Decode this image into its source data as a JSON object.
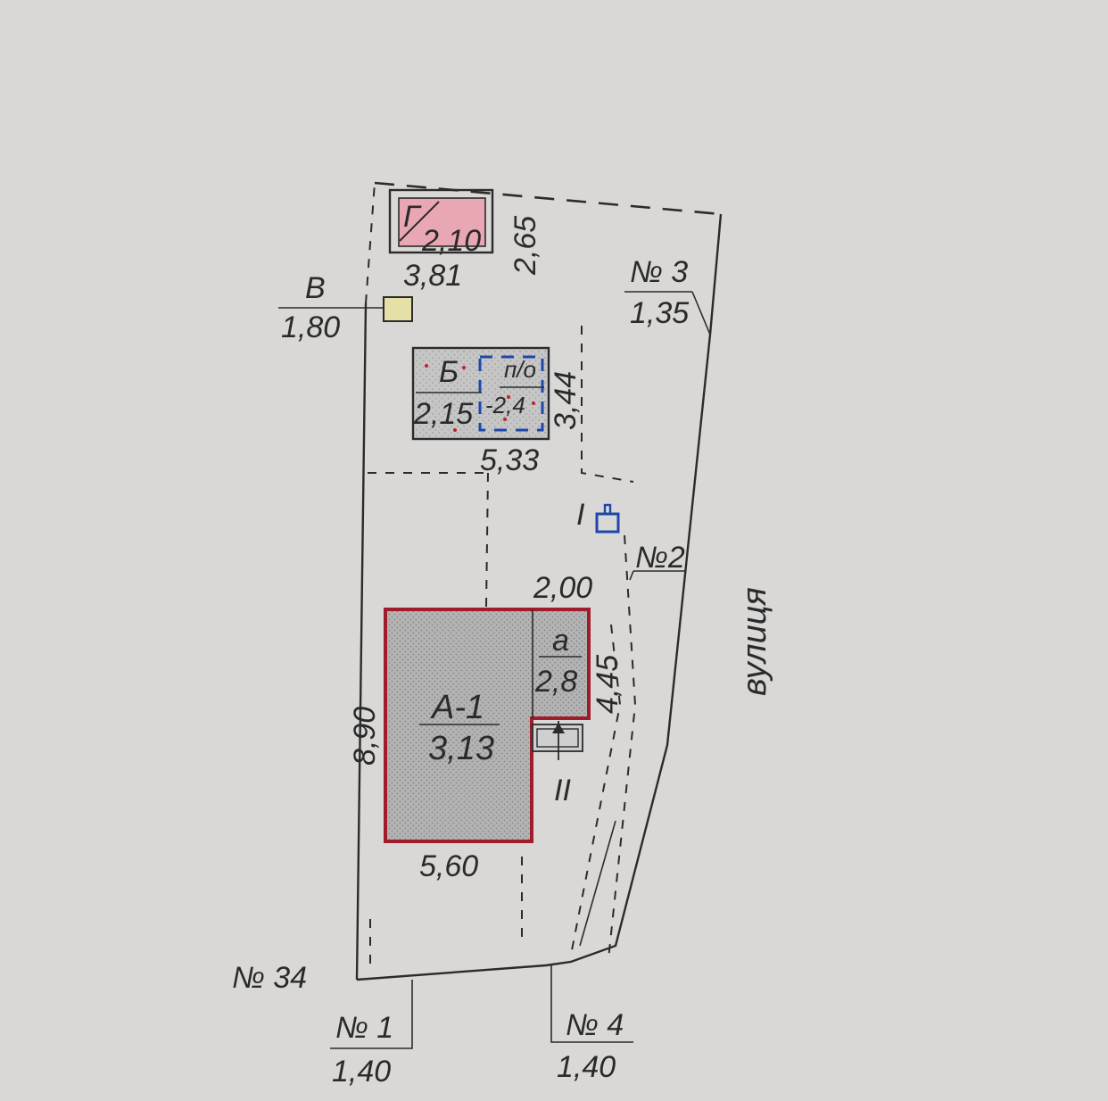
{
  "plan": {
    "colors": {
      "paper": "#d9d8d6",
      "line": "#2b2b2b",
      "house_outline": "#a01c2a",
      "house_fill": "#a9a9a9",
      "garage_fill": "#e9a6b3",
      "shed_fill": "#e4e0a6",
      "marker_blue": "#1d47a8"
    },
    "street": "вулиця",
    "neighbors": [
      {
        "id": "no34",
        "name": "№ 34"
      },
      {
        "id": "no1",
        "name": "№ 1",
        "value": "1,40"
      },
      {
        "id": "no4",
        "name": "№ 4",
        "value": "1,40"
      },
      {
        "id": "no3",
        "name": "№ 3",
        "value": "1,35"
      },
      {
        "id": "no2",
        "name": "№2"
      }
    ],
    "buildings": [
      {
        "id": "garage",
        "letter": "Г",
        "height": "2,10",
        "width": "3,81",
        "depth": "2,65"
      },
      {
        "id": "shed-v",
        "letter": "В",
        "height": "1,80"
      },
      {
        "id": "building-b",
        "letter": "Б",
        "height": "2,15",
        "cellar_label": "п/о",
        "cellar_depth": "-2,4",
        "width": "5,33",
        "depth": "3,44"
      },
      {
        "id": "house",
        "letter": "А-1",
        "height": "3,13",
        "width": "5,60",
        "depth": "8,90"
      },
      {
        "id": "annex",
        "letter": "а",
        "height": "2,8",
        "width": "2,00",
        "depth": "4,45"
      }
    ],
    "entrances": [
      "І",
      "ІІ"
    ]
  }
}
